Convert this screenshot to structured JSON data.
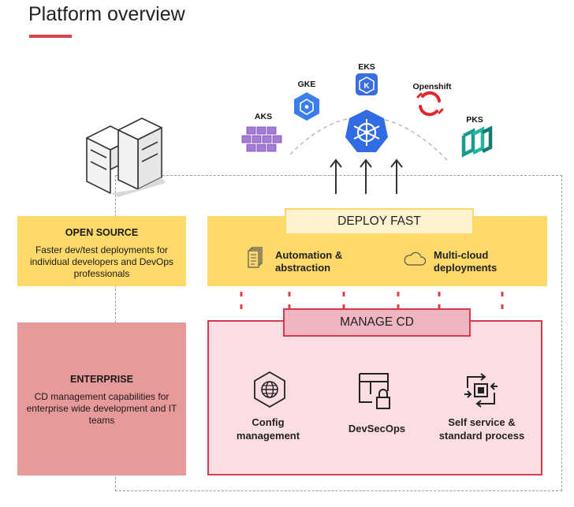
{
  "title": "Platform overview",
  "clouds": {
    "aks": "AKS",
    "gke": "GKE",
    "eks": "EKS",
    "openshift": "Openshift",
    "pks": "PKS"
  },
  "open_source": {
    "heading": "OPEN SOURCE",
    "description": "Faster dev/test deployments for individual developers and DevOps professionals"
  },
  "enterprise": {
    "heading": "ENTERPRISE",
    "description": "CD management capabilities for enterprise wide development and IT teams"
  },
  "deploy": {
    "heading": "DEPLOY FAST",
    "features": [
      "Automation & abstraction",
      "Multi-cloud deployments"
    ]
  },
  "manage": {
    "heading": "MANAGE CD",
    "features": [
      "Config management",
      "DevSecOps",
      "Self service & standard process"
    ]
  },
  "colors": {
    "accent": "#d8404a",
    "yellow": "#fcd96a",
    "enterprise_pink": "#e89a9a",
    "manage_border": "#d63a4d",
    "kubernetes_blue": "#326ce5"
  }
}
